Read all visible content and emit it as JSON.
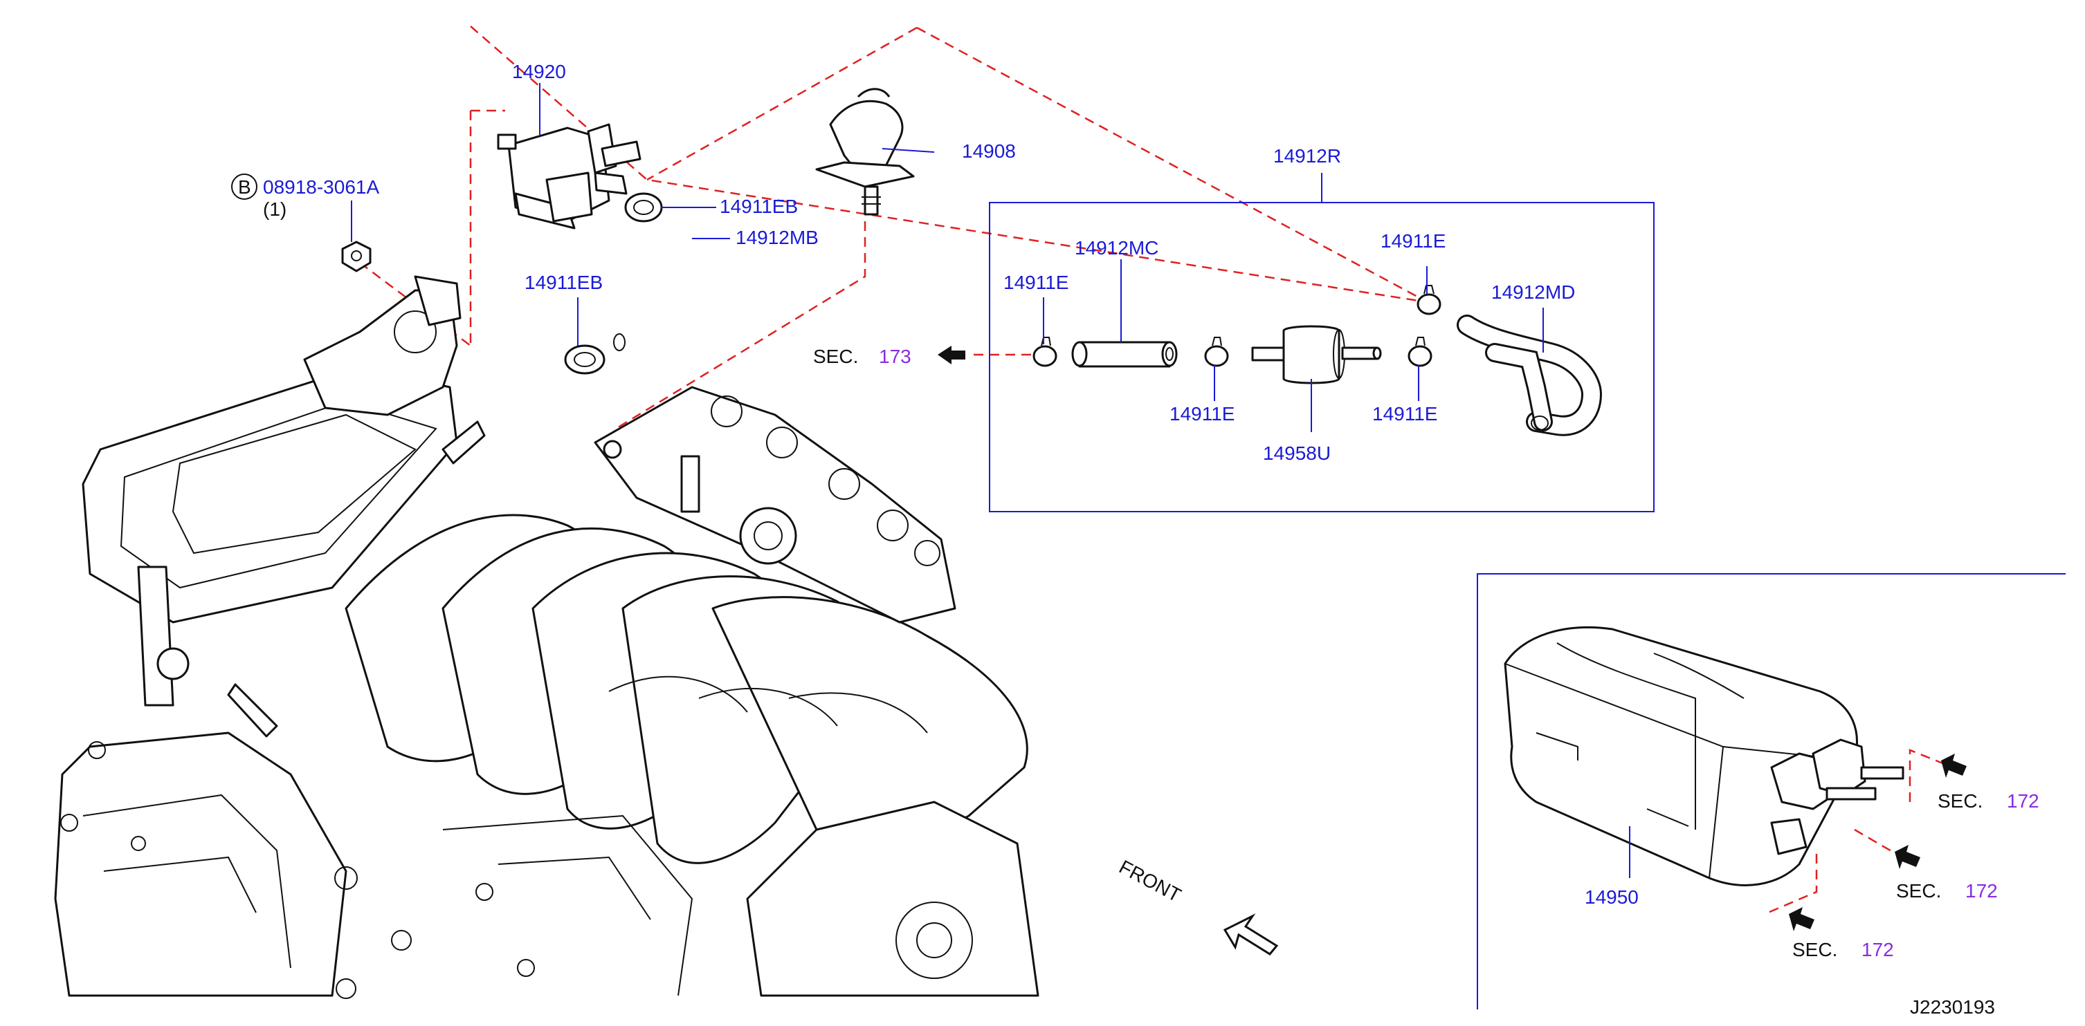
{
  "labels": {
    "p14920": "14920",
    "p14908": "14908",
    "p14912R": "14912R",
    "p08918_code": "08918-3061A",
    "p08918_badge": "B",
    "p08918_qty": "(1)",
    "p14911EB_a": "14911EB",
    "p14912MB": "14912MB",
    "p14911EB_b": "14911EB",
    "p14912MC": "14912MC",
    "p14911E_a": "14911E",
    "p14911E_b": "14911E",
    "p14912MD": "14912MD",
    "p14911E_c": "14911E",
    "p14911E_d": "14911E",
    "p14958U": "14958U",
    "p14950": "14950",
    "sec_word": "SEC.",
    "sec173": "173",
    "sec172_a": "172",
    "sec172_b": "172",
    "sec172_c": "172",
    "front": "FRONT",
    "diagram_id": "J2230193"
  },
  "colors": {
    "label_text": "#1a1ad6",
    "section_ref": "#8a2be2",
    "guide_dashes": "#e02020",
    "line_art": "#111111"
  }
}
